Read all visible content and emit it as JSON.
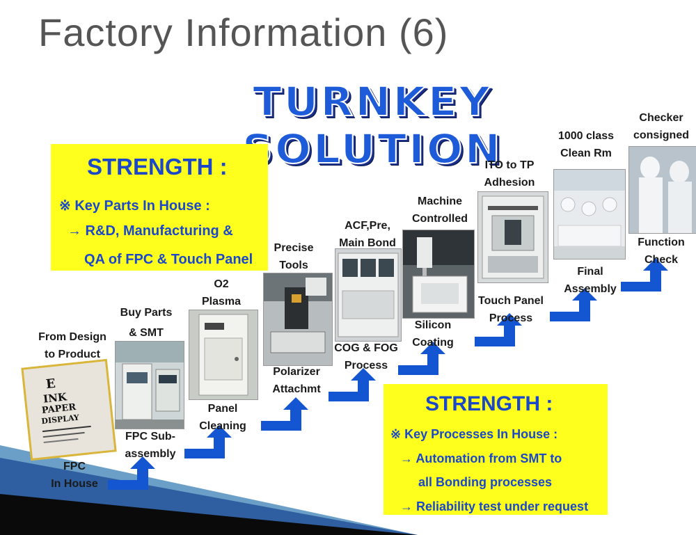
{
  "title": "Factory Information (6)",
  "banner": "TURNKEY SOLUTION",
  "strength_top": {
    "heading": "STRENGTH :",
    "lines": [
      "※   Key Parts In House :",
      "→ R&D, Manufacturing &",
      "QA of FPC & Touch Panel"
    ]
  },
  "strength_bottom": {
    "heading": "STRENGTH :",
    "lines": [
      "※   Key Processes In House :",
      "→ Automation from SMT to",
      "all Bonding processes",
      "→ Reliability test under request"
    ]
  },
  "steps": {
    "design": {
      "top": [
        "From Design",
        "to Product"
      ],
      "bottom": [
        "FPC",
        "In House"
      ]
    },
    "smt": {
      "top": [
        "Buy Parts",
        "& SMT"
      ],
      "bottom": [
        "FPC Sub-",
        "assembly"
      ]
    },
    "plasma": {
      "top": [
        "O2",
        "Plasma"
      ],
      "bottom": [
        "Panel",
        "Cleaning"
      ]
    },
    "tools": {
      "top": [
        "Precise",
        "Tools"
      ],
      "bottom": [
        "Polarizer",
        "Attachmt"
      ]
    },
    "bond": {
      "top": [
        "ACF,Pre,",
        "Main Bond"
      ],
      "bottom": [
        "COG & FOG",
        "Process"
      ]
    },
    "machine": {
      "top": [
        "Machine",
        "Controlled"
      ],
      "bottom": [
        "Silicon",
        "Coating"
      ]
    },
    "ito": {
      "top": [
        "ITO to TP",
        "Adhesion"
      ],
      "bottom": [
        "Touch Panel",
        "Process"
      ]
    },
    "clean": {
      "top": [
        "1000 class",
        "Clean Rm"
      ],
      "bottom": [
        "Final",
        "Assembly"
      ]
    },
    "checker": {
      "top": [
        "Checker",
        "consigned"
      ],
      "bottom": [
        "Function",
        "Check"
      ]
    }
  },
  "eink_text": [
    "E",
    "INK",
    "PAPER",
    "DISPLAY"
  ],
  "colors": {
    "box_yellow": "#ffff1e",
    "text_blue": "#1a48c8",
    "arrow_blue": "#1455d2",
    "banner_blue": "#1e5bd8"
  }
}
